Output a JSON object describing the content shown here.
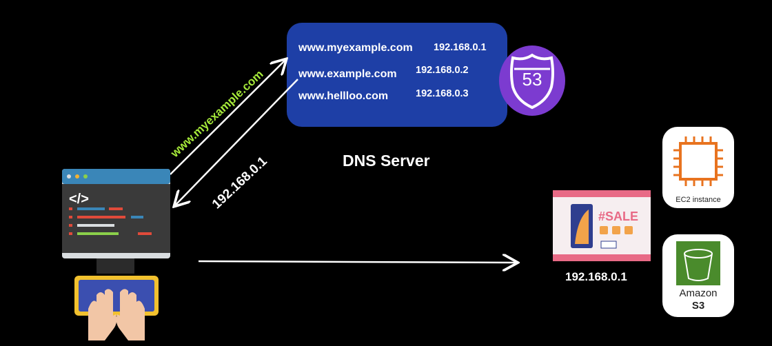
{
  "dns_server": {
    "label": "DNS Server",
    "records": [
      {
        "domain": "www.myexample.com",
        "ip": "192.168.0.1"
      },
      {
        "domain": "www.example.com",
        "ip": "192.168.0.2"
      },
      {
        "domain": "www.hellloo.com",
        "ip": "192.168.0.3"
      }
    ],
    "badge_number": "53",
    "box_color": "#1e3fa6",
    "badge_color": "#7c3bd0"
  },
  "request_arrow": {
    "label": "www.myexample.com",
    "color": "#a6ea3a"
  },
  "response_arrow": {
    "label": "192.168.0.1"
  },
  "web_server": {
    "ip": "192.168.0.1",
    "banner": "#SALE"
  },
  "services": {
    "ec2": {
      "label": "EC2 instance",
      "accent": "#e8731f"
    },
    "s3": {
      "label_line1": "Amazon",
      "label_line2": "S3",
      "accent": "#4a8b2c"
    }
  },
  "icons": [
    "code-window-icon",
    "keyboard-hands-icon",
    "route53-shield-icon",
    "sale-webpage-icon",
    "ec2-chip-icon",
    "s3-bucket-icon"
  ]
}
